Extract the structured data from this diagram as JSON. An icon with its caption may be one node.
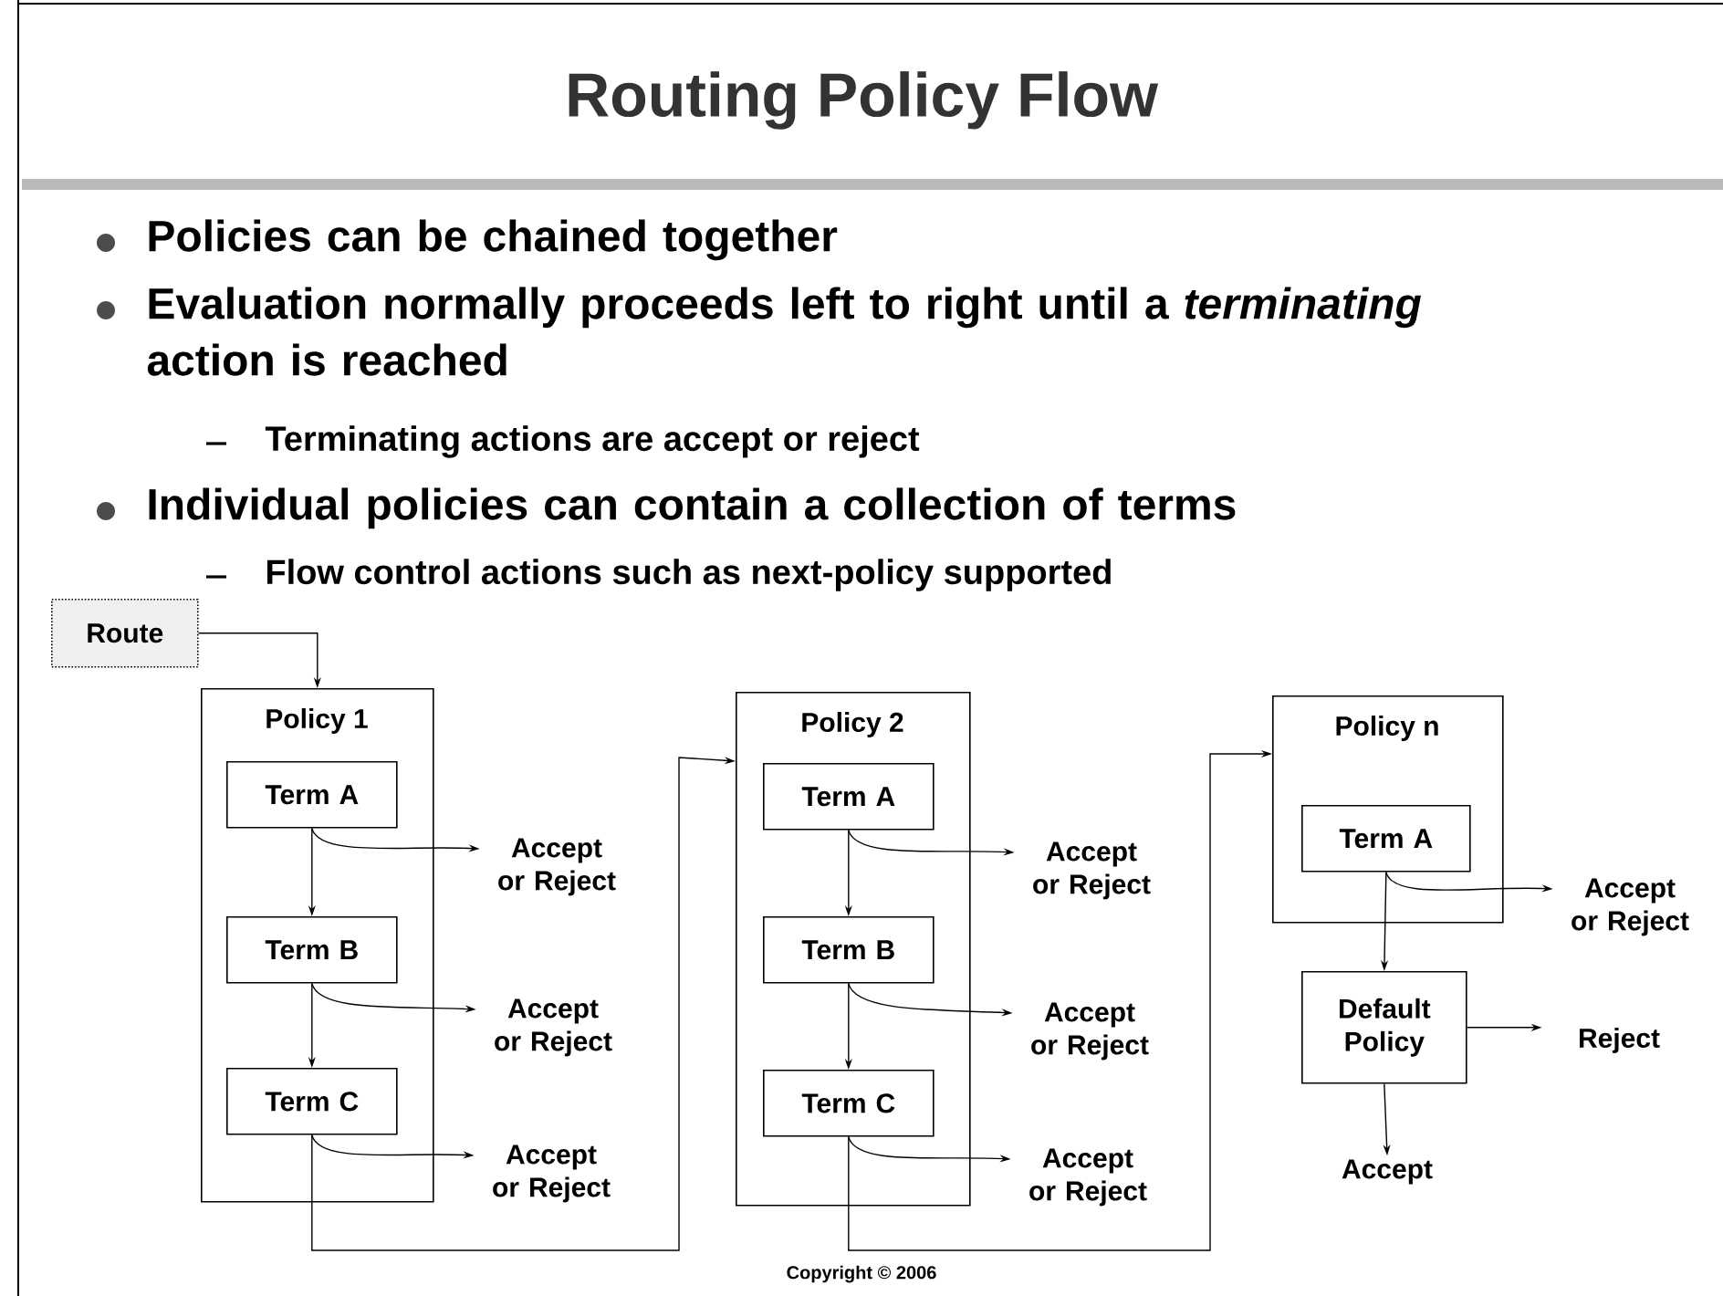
{
  "diagram": {
    "title": "Routing Policy Flow",
    "nodes": [
      {
        "text": [
          "Route"
        ]
      },
      {
        "text": [
          "Policy 1"
        ]
      },
      {
        "text": [
          "Term A"
        ],
        "in": 1
      },
      {
        "text": [
          "Term B"
        ],
        "in": 1
      },
      {
        "text": [
          "Term C"
        ],
        "in": 1
      },
      {
        "text": [
          "Accept or Reject"
        ]
      },
      {
        "text": [
          "Accept or Reject"
        ]
      },
      {
        "text": [
          "Accept or Reject"
        ]
      },
      {
        "text": [
          "Policy 2"
        ]
      },
      {
        "text": [
          "Term A"
        ],
        "in": 8
      },
      {
        "text": [
          "Term B"
        ],
        "in": 8
      },
      {
        "text": [
          "Term C"
        ],
        "in": 8
      },
      {
        "text": [
          "Accept or Reject"
        ]
      },
      {
        "text": [
          "Accept or Reject"
        ]
      },
      {
        "text": [
          "Accept or Reject"
        ]
      },
      {
        "text": [
          "Policy n"
        ]
      },
      {
        "text": [
          "Term A"
        ],
        "in": 15
      },
      {
        "text": [
          "Default Policy"
        ]
      },
      {
        "text": [
          "Accept or Reject"
        ]
      },
      {
        "text": [
          "Reject"
        ]
      },
      {
        "text": [
          "Accept"
        ]
      }
    ],
    "edges": [
      {
        "from": 0,
        "to": 1,
        "arrow": "to"
      },
      {
        "from": 2,
        "to": 3,
        "arrow": "to"
      },
      {
        "from": 3,
        "to": 4,
        "arrow": "to"
      },
      {
        "from": 2,
        "to": 5,
        "arrow": "to"
      },
      {
        "from": 3,
        "to": 6,
        "arrow": "to"
      },
      {
        "from": 4,
        "to": 7,
        "arrow": "to"
      },
      {
        "from": 4,
        "to": 8,
        "arrow": "to"
      },
      {
        "from": 9,
        "to": 10,
        "arrow": "to"
      },
      {
        "from": 10,
        "to": 11,
        "arrow": "to"
      },
      {
        "from": 9,
        "to": 12,
        "arrow": "to"
      },
      {
        "from": 10,
        "to": 13,
        "arrow": "to"
      },
      {
        "from": 11,
        "to": 14,
        "arrow": "to"
      },
      {
        "from": 11,
        "to": 15,
        "arrow": "to"
      },
      {
        "from": 16,
        "to": 18,
        "arrow": "to"
      },
      {
        "from": 16,
        "to": 17,
        "arrow": "to"
      },
      {
        "from": 17,
        "to": 19,
        "arrow": "to"
      },
      {
        "from": 17,
        "to": 20,
        "arrow": "to"
      }
    ],
    "labels": [
      "Policies can be chained together",
      "Evaluation normally proceeds left to right until a *terminating* action is reached",
      "Terminating actions are accept or reject",
      "Individual policies can contain a collection of terms",
      "Flow control actions such as next-policy supported",
      "Copyright © 2006"
    ]
  }
}
